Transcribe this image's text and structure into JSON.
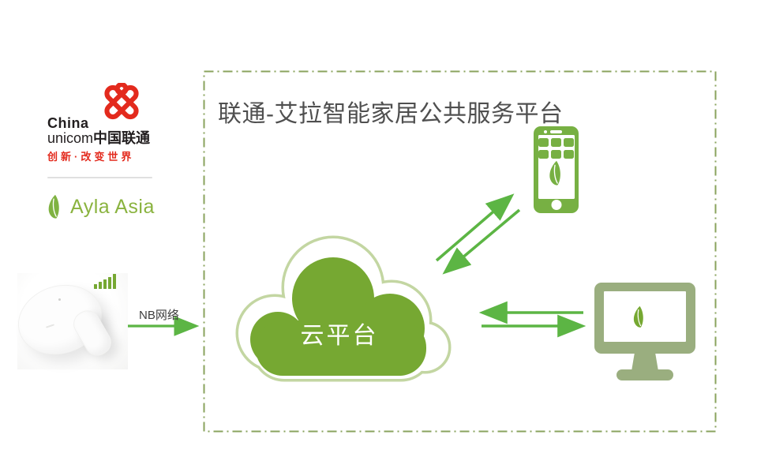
{
  "left_panel": {
    "unicom": {
      "brand_line1": "China",
      "brand_line2_latin": "unicom",
      "brand_line2_cjk": "中国联通",
      "slogan": "创新·改变世界"
    },
    "ayla": {
      "brand": "Ayla Asia"
    }
  },
  "diagram": {
    "title": "联通-艾拉智能家居公共服务平台",
    "nb_link_label": "NB网络",
    "cloud_label": "云平台"
  },
  "icons": {
    "unicom_knot": "china-unicom-knot-icon",
    "ayla_leaf": "leaf-icon",
    "signal": "signal-bars-icon",
    "device": "door-sensor-photo",
    "phone": "smartphone-icon",
    "monitor": "desktop-monitor-icon",
    "cloud": "cloud-icon"
  },
  "colors": {
    "unicom_red": "#e32a1d",
    "cloud_green": "#76a832",
    "cloud_outline_green": "#c3d6a2",
    "arrow_green": "#5cb544",
    "phone_green": "#77b043",
    "monitor_green": "#9aae7f",
    "ayla_green": "#8ab33f",
    "dashed_border_olive": "#8aa35e",
    "title_gray": "#4f4f4f"
  }
}
